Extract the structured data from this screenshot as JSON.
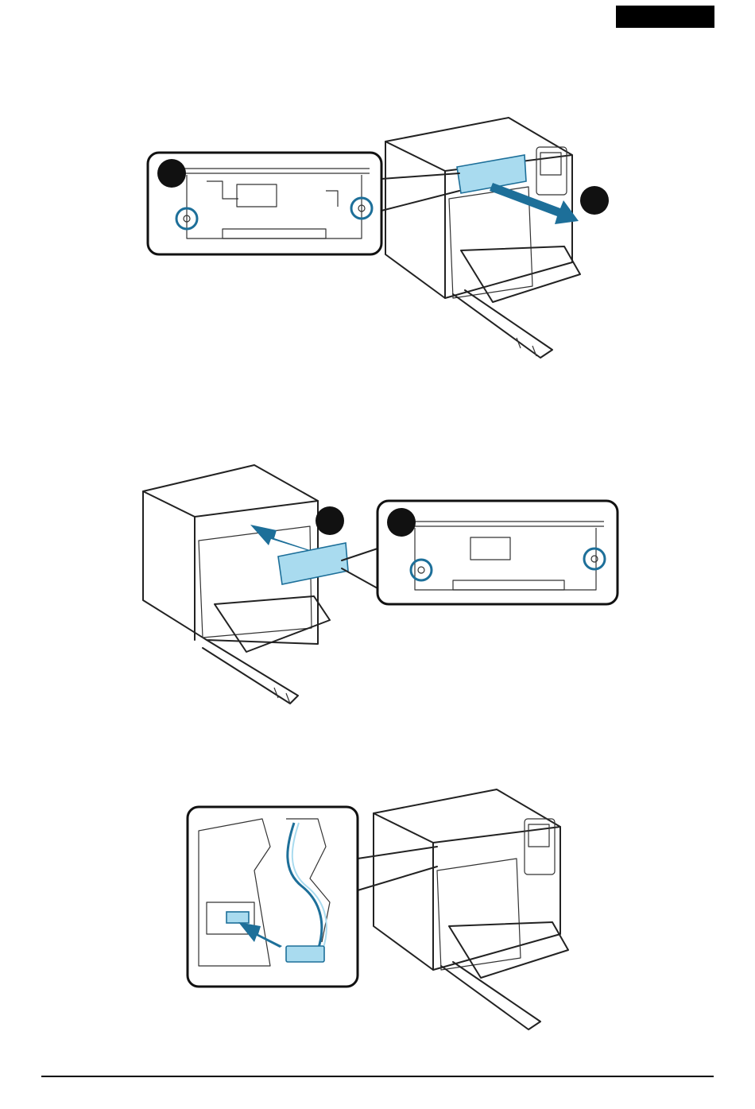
{
  "page": {
    "header_tab_color": "#000000",
    "accent_color": "#1d6f99",
    "highlight_color": "#a9dbef"
  },
  "figures": [
    {
      "name": "remove-board",
      "description_icons": [
        "printer-illustration",
        "zoom-inset",
        "screw-rings",
        "pull-arrow",
        "callout-marker"
      ]
    },
    {
      "name": "insert-board",
      "description_icons": [
        "printer-illustration",
        "zoom-inset",
        "screw-rings",
        "push-arrow",
        "callout-marker"
      ]
    },
    {
      "name": "connect-cable",
      "description_icons": [
        "printer-illustration",
        "zoom-inset",
        "cable-connector",
        "push-arrow"
      ]
    }
  ]
}
